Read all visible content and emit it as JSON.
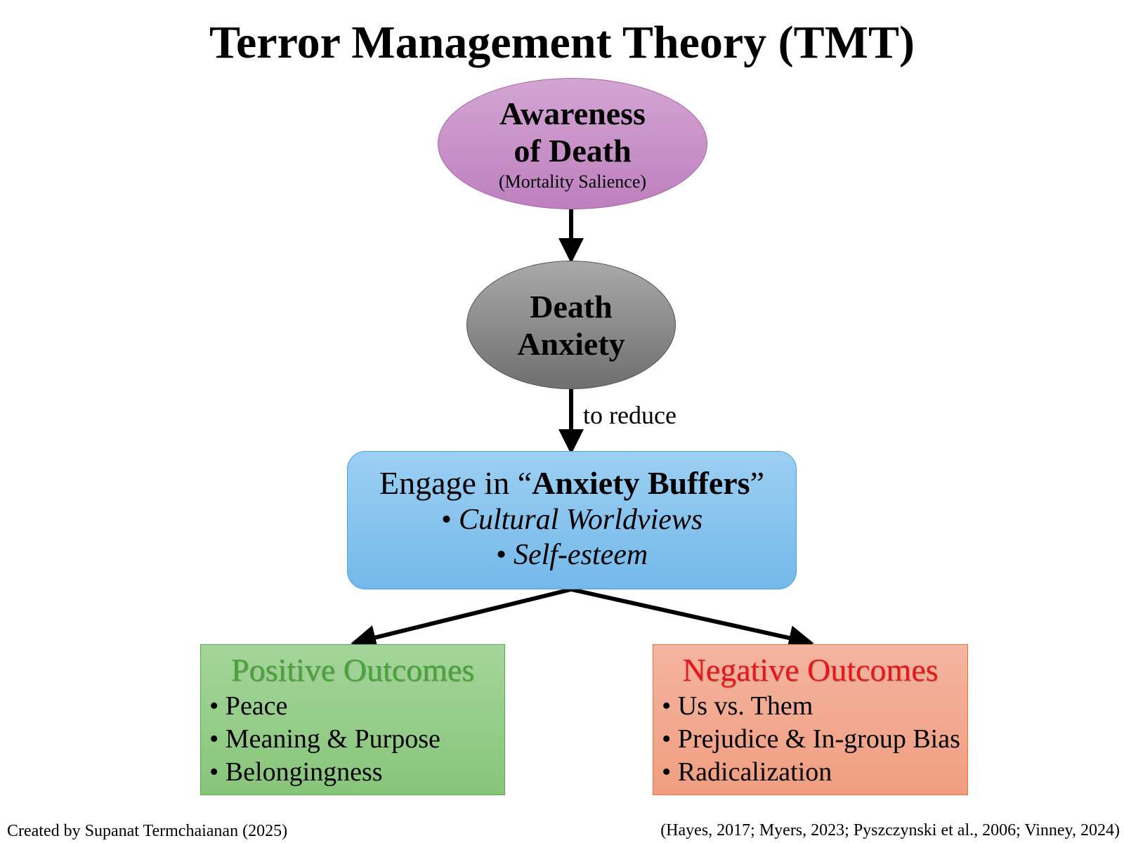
{
  "title": "Terror Management Theory (TMT)",
  "nodes": {
    "awareness": {
      "line1": "Awareness",
      "line2": "of Death",
      "sub": "(Mortality Salience)",
      "color": "#c88ec8"
    },
    "anxiety": {
      "line1": "Death",
      "line2": "Anxiety",
      "color": "#8c8c8c"
    },
    "buffers": {
      "prefix": "Engage in “",
      "bold": "Anxiety Buffers",
      "suffix": "”",
      "items": [
        "• Cultural Worldviews",
        "• Self-esteem"
      ],
      "color": "#86c3ee"
    },
    "positive": {
      "title": "Positive Outcomes",
      "title_color": "#4aa33a",
      "items": [
        "• Peace",
        "• Meaning & Purpose",
        "• Belongingness"
      ]
    },
    "negative": {
      "title": "Negative Outcomes",
      "title_color": "#e8151b",
      "items": [
        "• Us vs. Them",
        "• Prejudice & In-group Bias",
        "• Radicalization"
      ]
    }
  },
  "edges": {
    "reduce_label": "to reduce"
  },
  "footer": {
    "credit": "Created by Supanat Termchaianan (2025)",
    "references": "(Hayes, 2017; Myers, 2023; Pyszczynski et al., 2006; Vinney, 2024)"
  }
}
